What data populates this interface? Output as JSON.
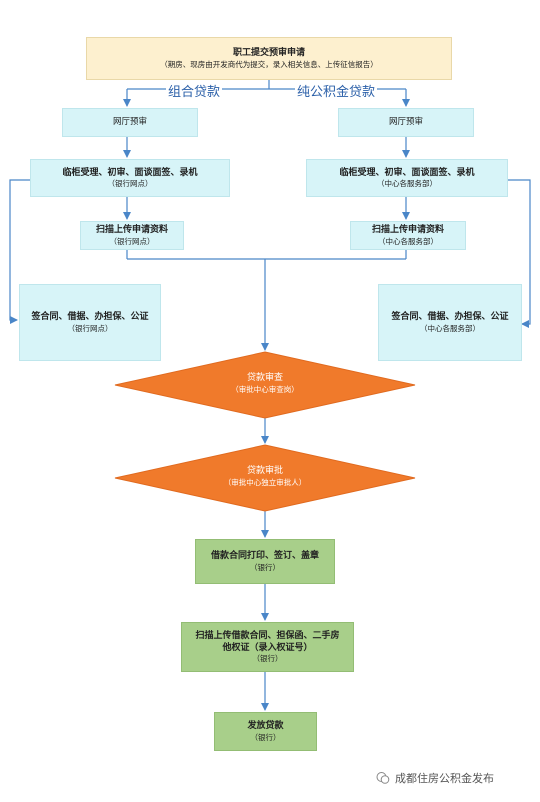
{
  "nodes": {
    "submit": {
      "title": "职工提交预审申请",
      "sub": "（期房、现房由开发商代为提交，录入相关信息、上传征信报告）"
    },
    "branch_left": "组合贷款",
    "branch_right": "纯公积金贷款",
    "left": {
      "online_review": "网厅预审",
      "counter": {
        "title": "临柜受理、初审、面谈面签、录机",
        "sub": "（银行网点）"
      },
      "scan": {
        "title": "扫描上传申请资料",
        "sub": "（银行网点）"
      },
      "contract": {
        "title": "签合同、借据、办担保、公证",
        "sub": "（银行网点）"
      }
    },
    "right": {
      "online_review": "网厅预审",
      "counter": {
        "title": "临柜受理、初审、面谈面签、录机",
        "sub": "（中心各服务部）"
      },
      "scan": {
        "title": "扫描上传申请资料",
        "sub": "（中心各服务部）"
      },
      "contract": {
        "title": "签合同、借据、办担保、公证",
        "sub": "（中心各服务部）"
      }
    },
    "review": {
      "title": "贷款审查",
      "sub": "（审批中心审查岗）"
    },
    "approve": {
      "title": "贷款审批",
      "sub": "（审批中心独立审批人）"
    },
    "print": {
      "title": "借款合同打印、签订、盖章",
      "sub": "（银行）"
    },
    "scan_contract": {
      "line1": "扫描上传借款合同、担保函、二手房",
      "line2": "他权证（录入权证号）",
      "sub": "（银行）"
    },
    "disburse": {
      "title": "发放贷款",
      "sub": "（银行）"
    }
  },
  "watermark": "成都住房公积金发布",
  "colors": {
    "yellow_box": "#fdf0cf",
    "cyan_box": "#d7f4f8",
    "green_box": "#a8cf8a",
    "diamond": "#f07a2b",
    "arrow": "#4a86c8",
    "branch_text": "#2a5fa8"
  }
}
